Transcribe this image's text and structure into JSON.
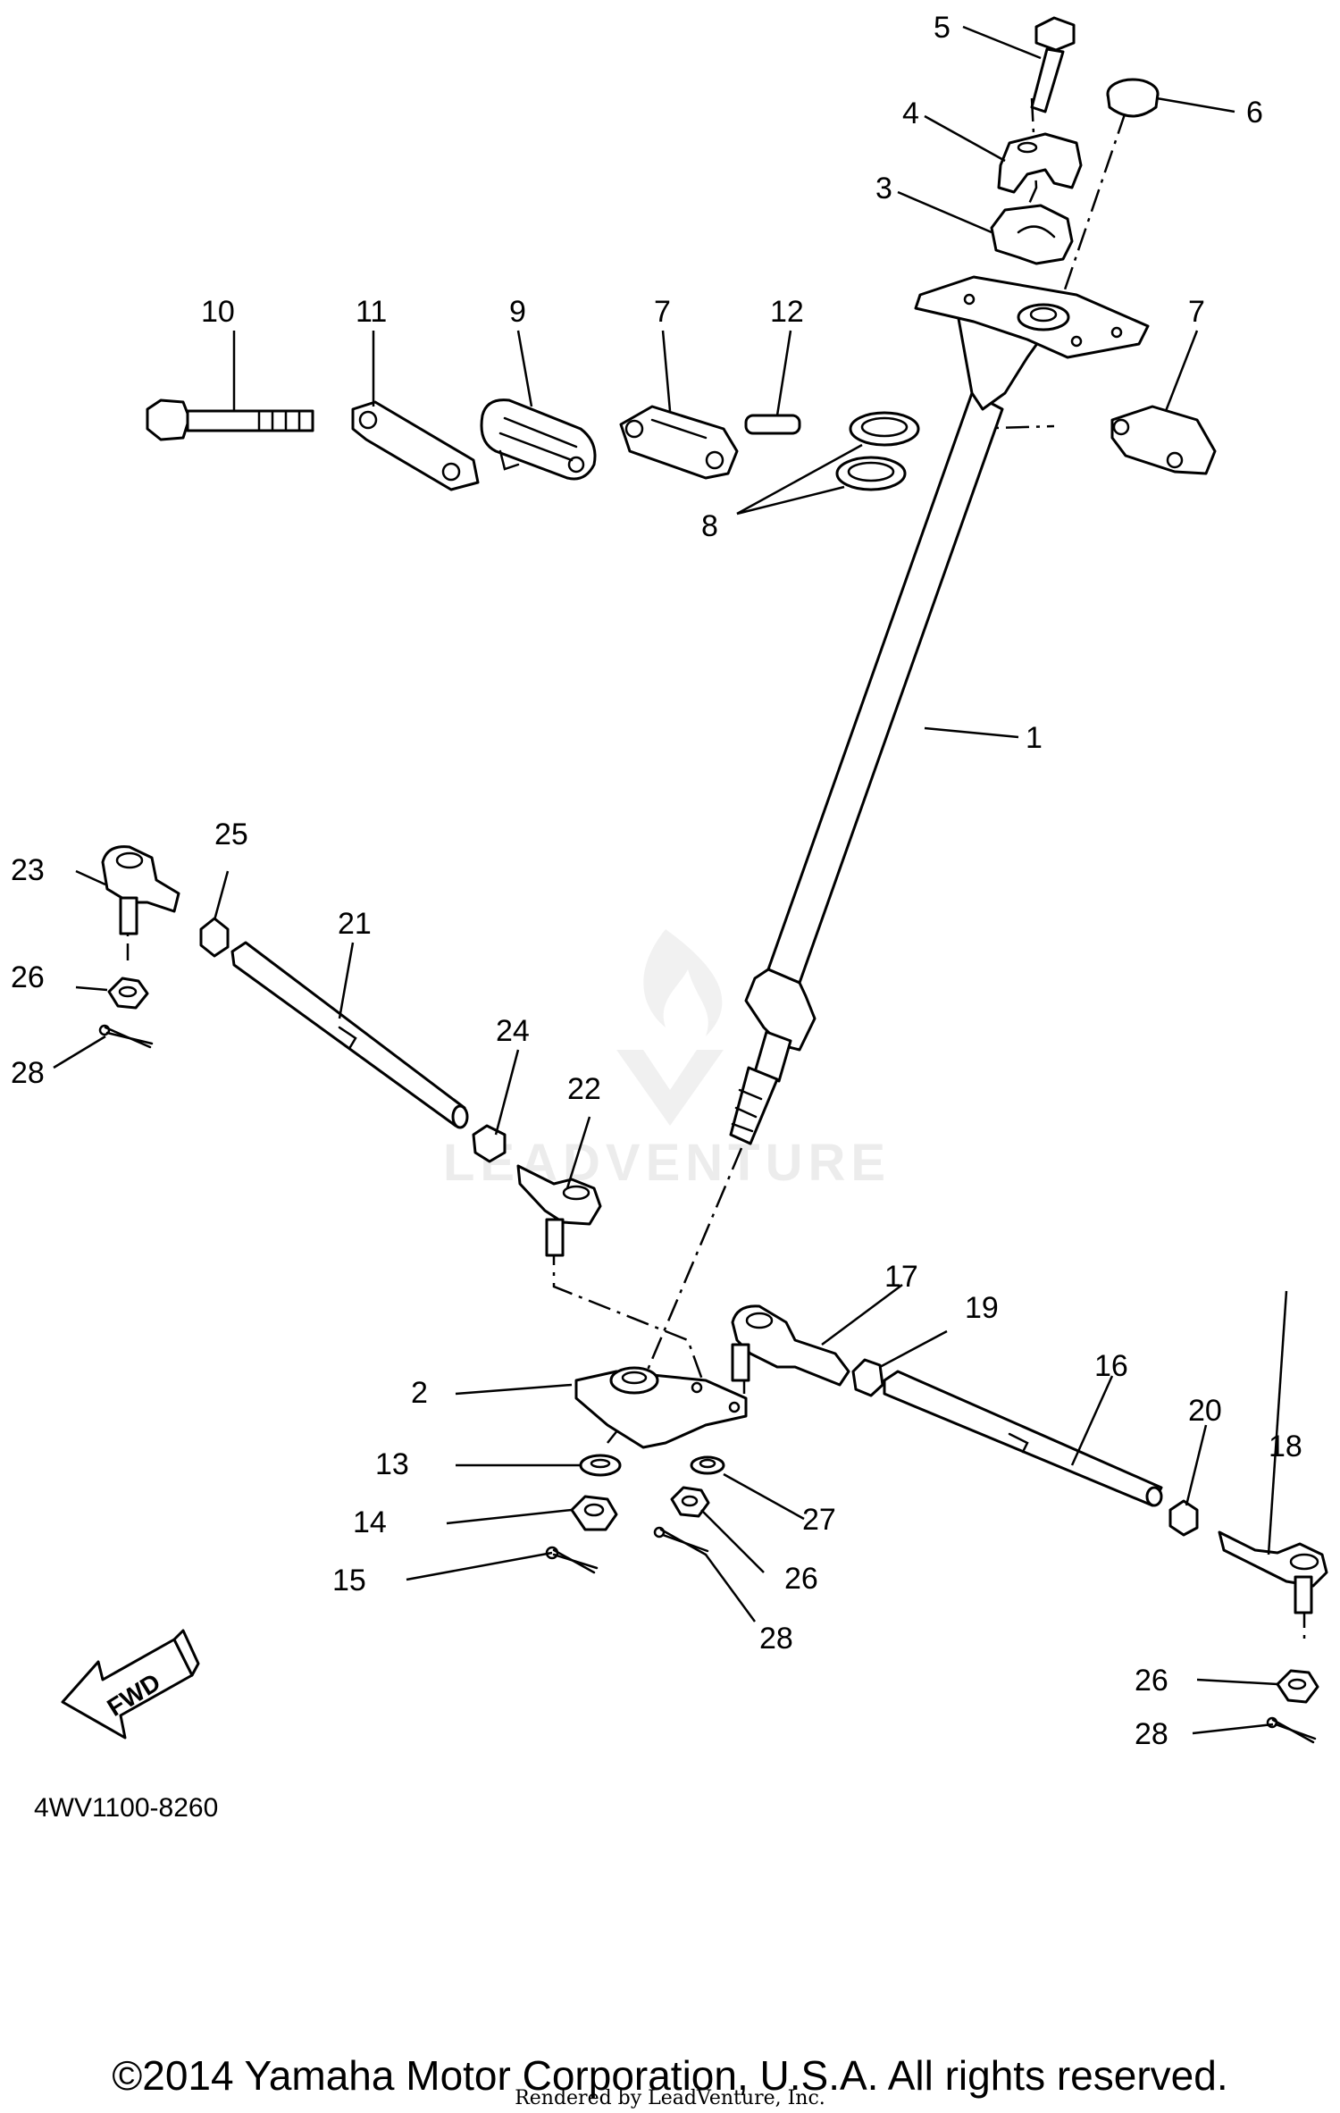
{
  "diagram": {
    "code": "4WV1100-8260",
    "fwd_label": "FWD",
    "watermark": "LEADVENTURE",
    "copyright": "©2014 Yamaha Motor Corporation, U.S.A. All rights reserved.",
    "rendered_by": "Rendered by LeadVenture, Inc.",
    "callouts": {
      "c1": "1",
      "c2": "2",
      "c3": "3",
      "c4": "4",
      "c5": "5",
      "c6": "6",
      "c7a": "7",
      "c7b": "7",
      "c8": "8",
      "c9": "9",
      "c10": "10",
      "c11": "11",
      "c12": "12",
      "c13": "13",
      "c14": "14",
      "c15": "15",
      "c16": "16",
      "c17": "17",
      "c18": "18",
      "c19": "19",
      "c20": "20",
      "c21": "21",
      "c22": "22",
      "c23": "23",
      "c24": "24",
      "c25": "25",
      "c26a": "26",
      "c26b": "26",
      "c26c": "26",
      "c27": "27",
      "c28a": "28",
      "c28b": "28",
      "c28c": "28"
    }
  }
}
